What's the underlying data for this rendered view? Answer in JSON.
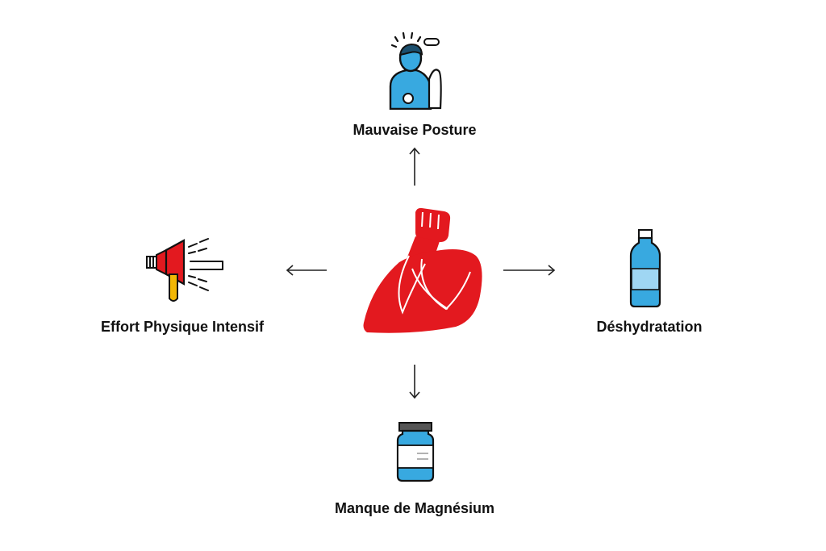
{
  "diagram": {
    "center": {
      "icon": "flexed-arm-muscle-icon",
      "color": "#e3191f"
    },
    "causes": {
      "top": {
        "label": "Mauvaise Posture",
        "icon": "posture-person-icon"
      },
      "right": {
        "label": "Déshydratation",
        "icon": "water-bottle-icon"
      },
      "bottom": {
        "label": "Manque de Magnésium",
        "icon": "supplement-jar-icon"
      },
      "left": {
        "label": "Effort Physique Intensif",
        "icon": "megaphone-effort-icon"
      }
    },
    "colors": {
      "accent_red": "#e3191f",
      "accent_blue": "#38a9e0",
      "yellow": "#f2b705",
      "dark": "#111111"
    }
  }
}
